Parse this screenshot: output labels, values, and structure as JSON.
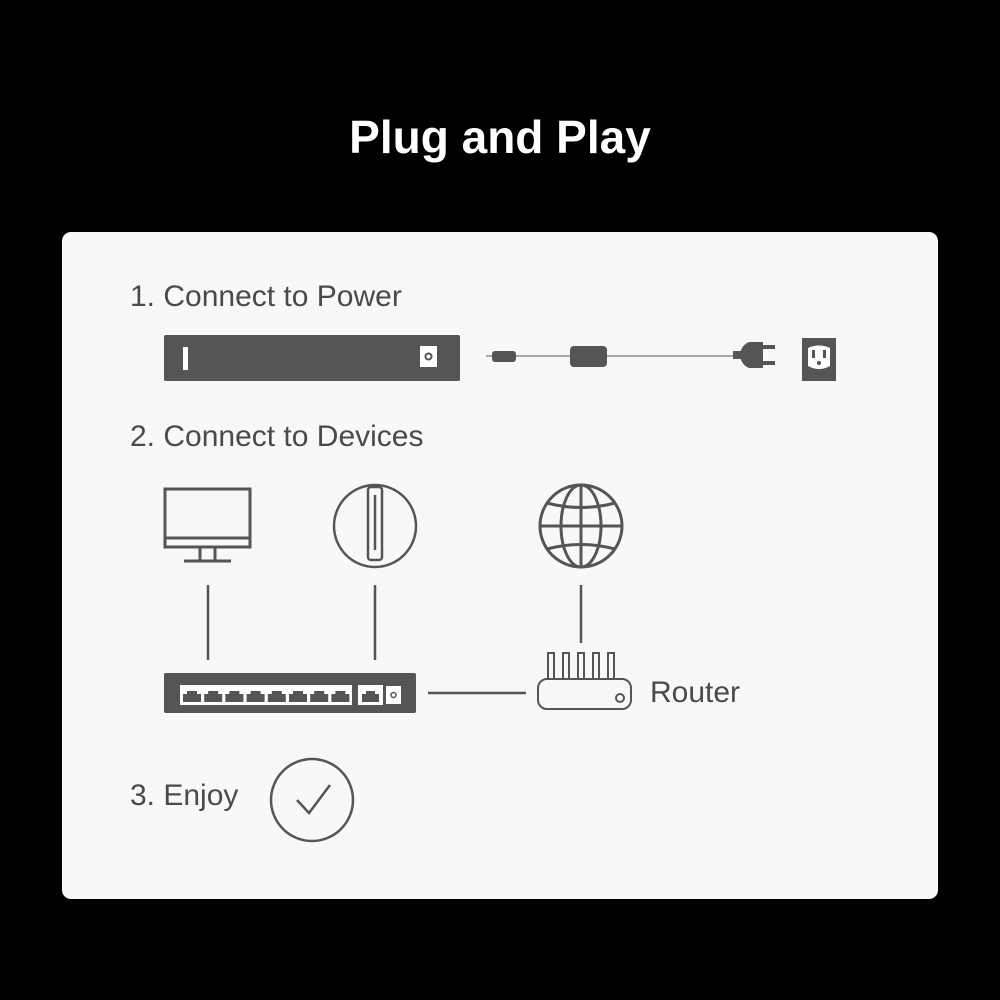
{
  "title": "Plug and Play",
  "steps": [
    {
      "label": "1. Connect to Power"
    },
    {
      "label": "2. Connect to Devices"
    },
    {
      "label": "3. Enjoy"
    }
  ],
  "router_label": "Router",
  "colors": {
    "background": "#000000",
    "card": "#f8f8f8",
    "device": "#555555",
    "cable": "#aaaaaa",
    "text": "#4a4a4a"
  }
}
